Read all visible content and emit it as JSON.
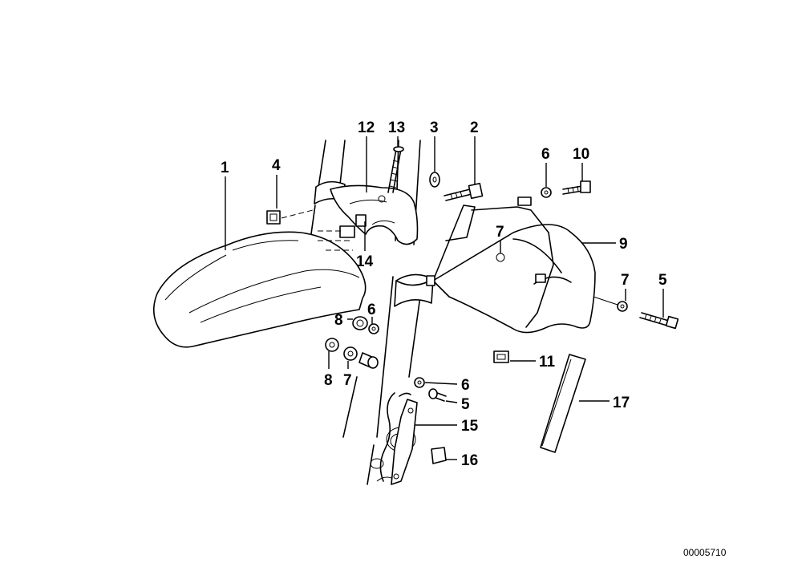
{
  "callouts": {
    "c1": "1",
    "c2": "2",
    "c3": "3",
    "c4": "4",
    "c5a": "5",
    "c5b": "5",
    "c6a": "6",
    "c6b": "6",
    "c6c": "6",
    "c7a": "7",
    "c7b": "7",
    "c7c": "7",
    "c8a": "8",
    "c8b": "8",
    "c9": "9",
    "c10": "10",
    "c11": "11",
    "c12": "12",
    "c13": "13",
    "c14": "14",
    "c15": "15",
    "c16": "16",
    "c17": "17"
  },
  "drawing_code": "00005710"
}
